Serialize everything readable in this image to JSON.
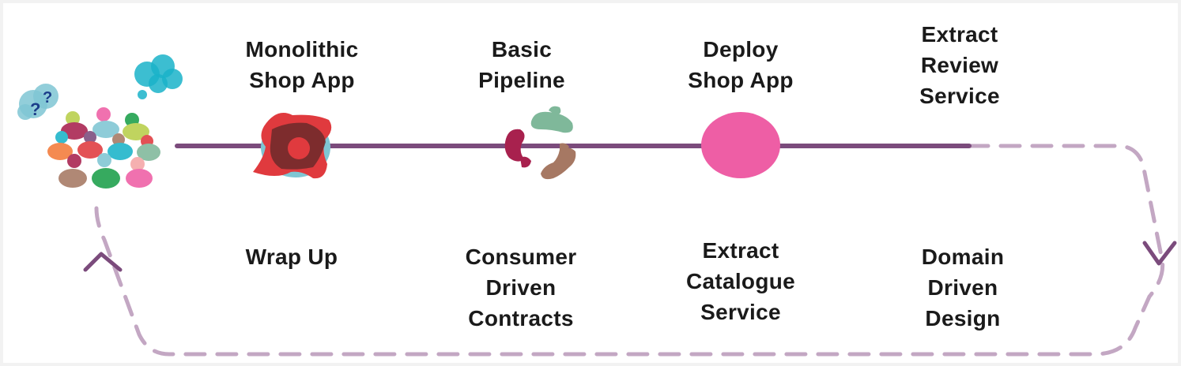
{
  "top_steps": [
    {
      "label": "Monolithic\nShop App"
    },
    {
      "label": "Basic\nPipeline"
    },
    {
      "label": "Deploy\nShop App"
    },
    {
      "label": "Extract\nReview\nService"
    }
  ],
  "bottom_steps": [
    {
      "label": "Wrap Up"
    },
    {
      "label": "Consumer\nDriven\nContracts"
    },
    {
      "label": "Extract\nCatalogue\nService"
    },
    {
      "label": "Domain\nDriven\nDesign"
    }
  ],
  "colors": {
    "timeline": "#7b4b7c",
    "dashed_loop": "#c3a7c3",
    "arrow": "#7b4b7c",
    "monolith_back": "#7fc6d3",
    "monolith_front": "#e03a3e",
    "monolith_overlap": "#6b2a2a",
    "deploy_circle": "#ee5ea5"
  },
  "icons": [
    "audience-icon",
    "question-bubble-icon",
    "thought-bubble-icon",
    "monolith-icon",
    "pipeline-icon",
    "deploy-icon",
    "up-arrow-icon",
    "down-arrow-icon"
  ]
}
